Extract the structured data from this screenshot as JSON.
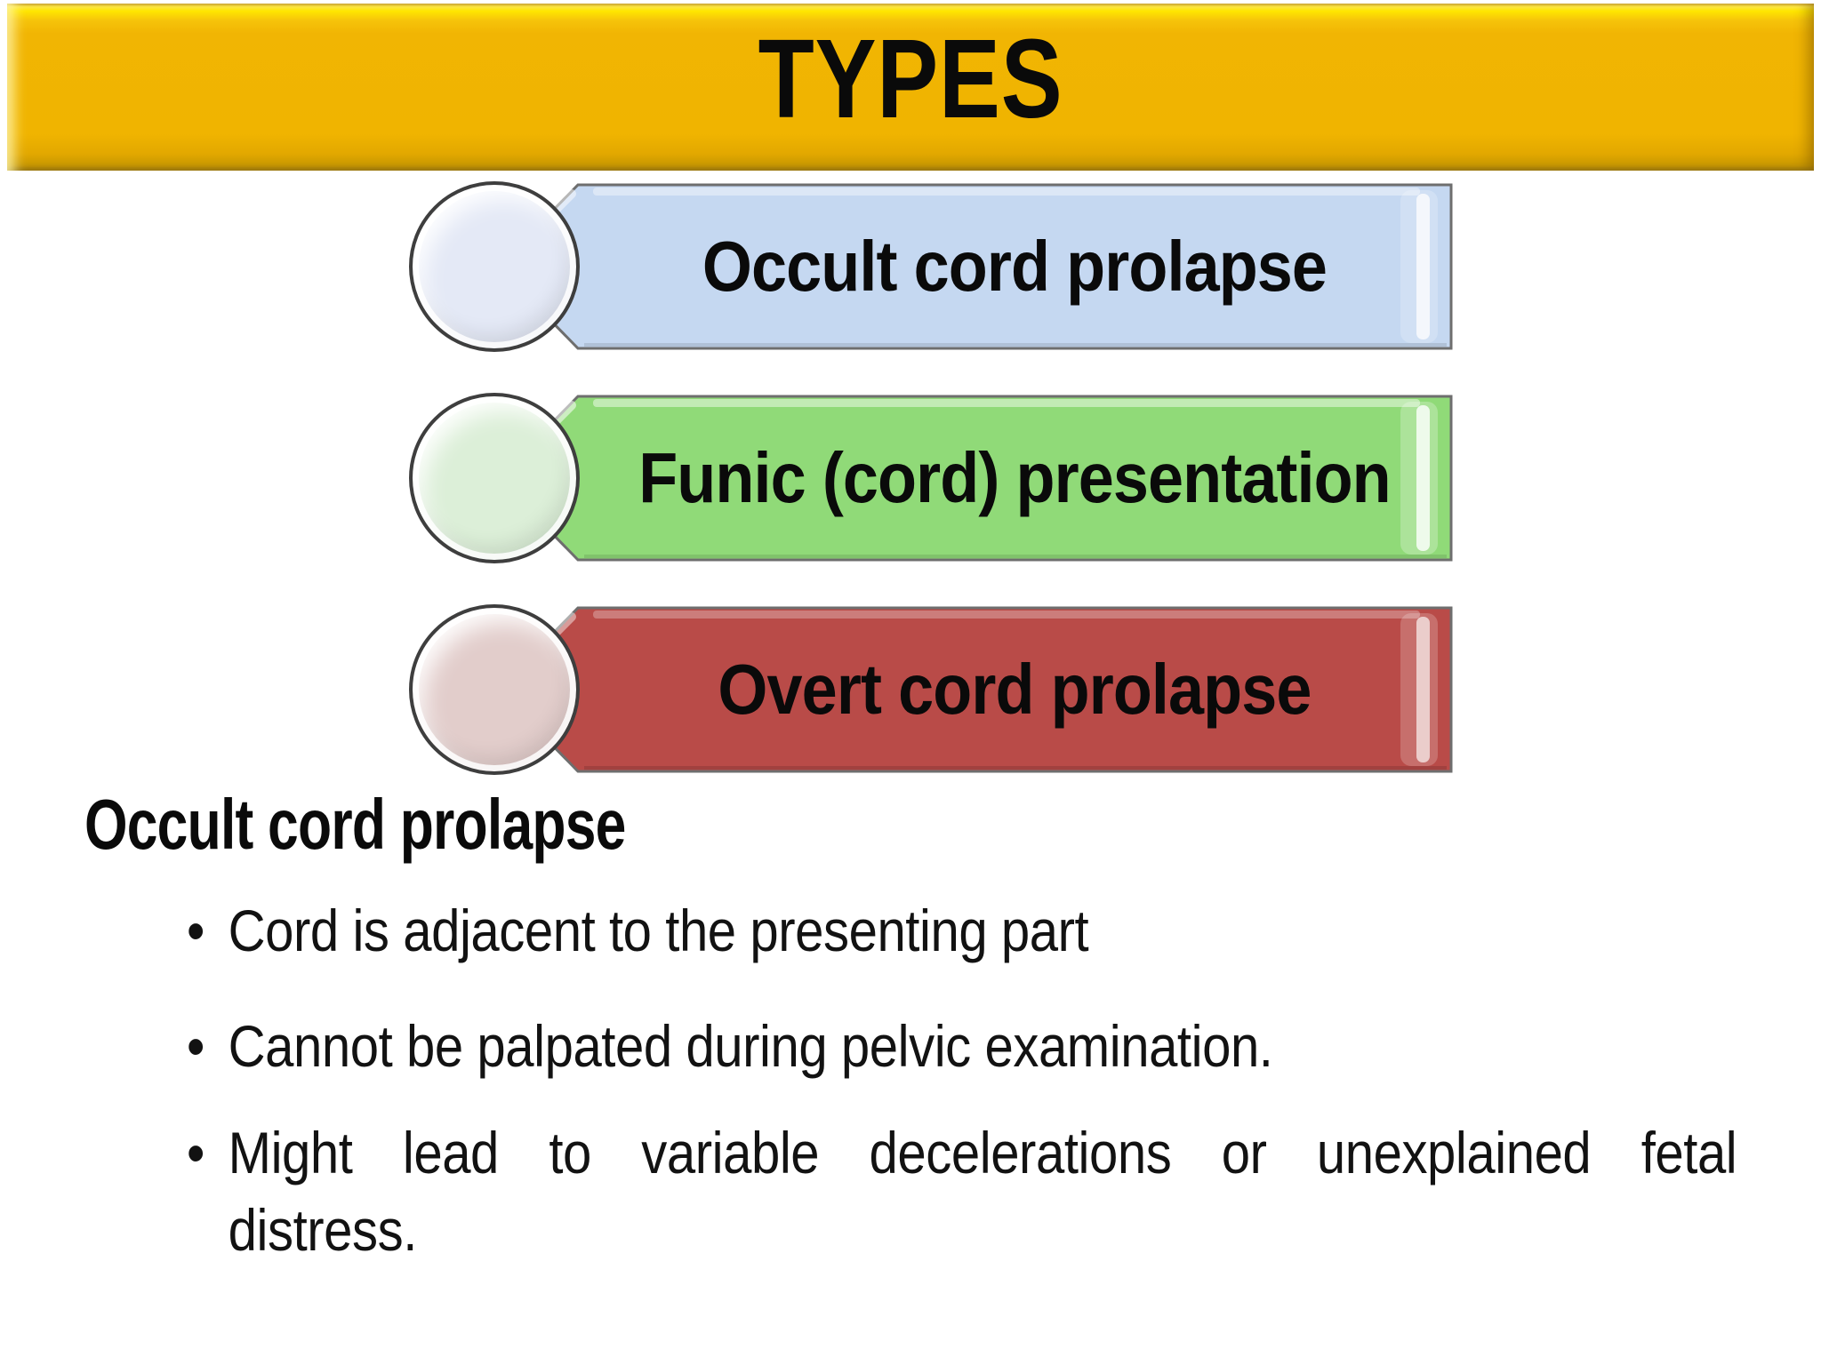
{
  "slide": {
    "title": "TYPES",
    "bullet_glyph": "•",
    "types": [
      {
        "label": "Occult cord prolapse",
        "bar_color": "#c5d8f1",
        "circle_color": "#e4e9f6"
      },
      {
        "label": "Funic (cord) presentation",
        "bar_color": "#90da78",
        "circle_color": "#dcefd8"
      },
      {
        "label": "Overt cord prolapse",
        "bar_color": "#b94b48",
        "circle_color": "#e2cdcb"
      }
    ],
    "section": {
      "heading": "Occult cord prolapse",
      "bullets": [
        "Cord is adjacent to the presenting part",
        "Cannot be palpated during pelvic examination.",
        {
          "lines": [
            "Might lead to variable decelerations or unexplained fetal",
            "distress."
          ]
        }
      ]
    },
    "colors": {
      "banner_gold": "#f0b400",
      "banner_highlight": "#ffe600",
      "bar_border": "#6e6e6e",
      "circle_border": "#3e3e3e",
      "text": "#111111"
    }
  }
}
